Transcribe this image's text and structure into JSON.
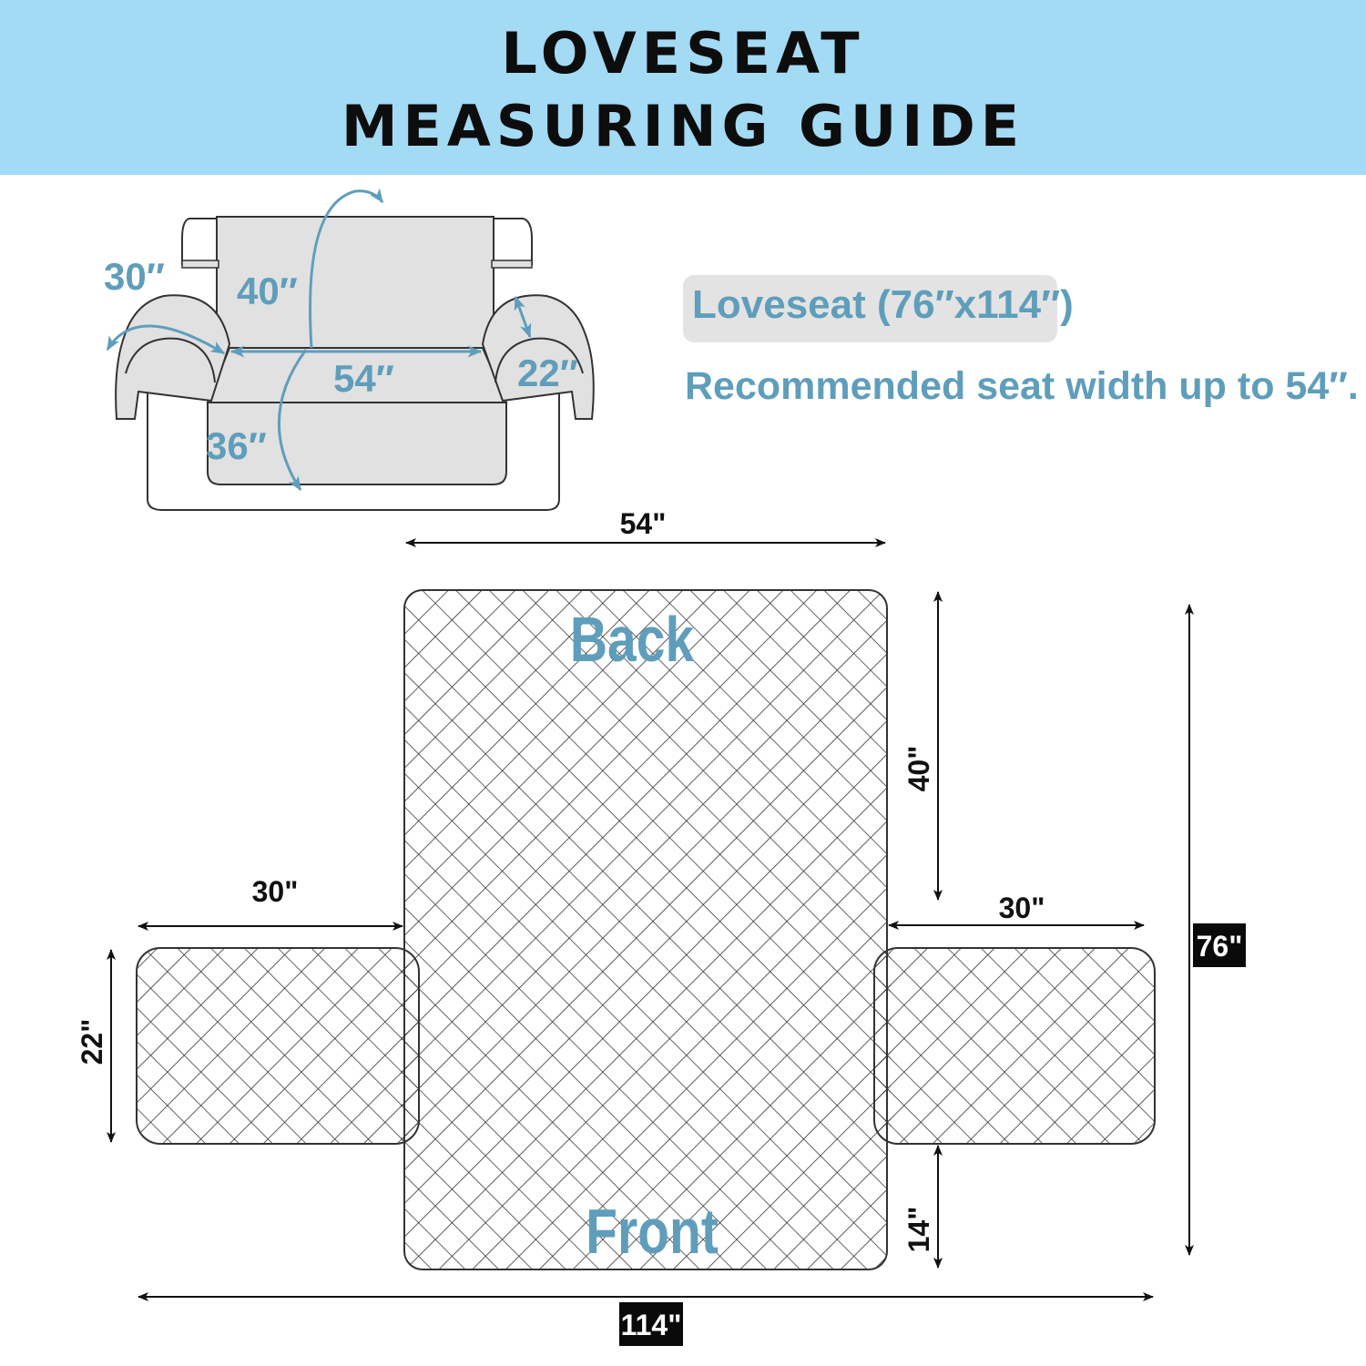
{
  "header": {
    "title_line1": "LOVESEAT",
    "title_line2": "MEASURING GUIDE",
    "banner_color": "#a3daf4"
  },
  "info": {
    "size_label": "Loveseat (76″x114″)",
    "recommendation": "Recommended seat width up to 54″."
  },
  "sofa_illustration": {
    "arm_width_label": "30″",
    "back_height_label": "40″",
    "seat_width_label": "54″",
    "arm_height_label": "22″",
    "seat_depth_label": "36″",
    "accent_color": "#5f9ebb"
  },
  "cover_layout": {
    "top_width_label": "54\"",
    "back_length_label": "40\"",
    "left_arm_width_label": "30\"",
    "right_arm_width_label": "30\"",
    "arm_height_label": "22\"",
    "front_length_label": "14\"",
    "total_height_label": "76\"",
    "total_width_label": "114\"",
    "back_text": "Back",
    "front_text": "Front",
    "text_color": "#5f9ebb"
  }
}
